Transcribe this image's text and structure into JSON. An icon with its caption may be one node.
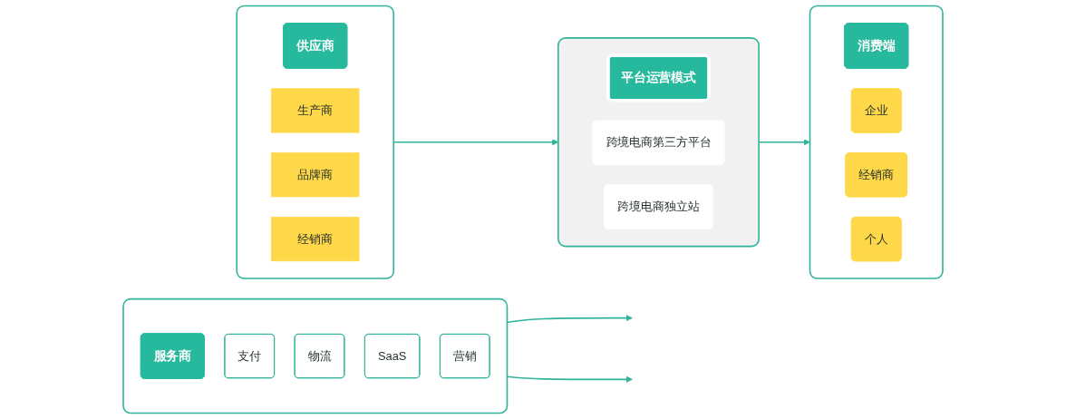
{
  "diagram": {
    "nodes": [
      {
        "text": [],
        "shape": "box"
      },
      {
        "text": [
          "供应商"
        ],
        "in": 0
      },
      {
        "text": [
          "生产商"
        ],
        "in": 0
      },
      {
        "text": [
          "品牌商"
        ],
        "in": 0
      },
      {
        "text": [
          "经销商"
        ],
        "in": 0
      },
      {
        "text": [],
        "shape": "box"
      },
      {
        "text": [
          "平台运营模式"
        ],
        "in": 5
      },
      {
        "text": [
          "跨境电商第三方平台"
        ],
        "in": 5
      },
      {
        "text": [
          "跨境电商独立站"
        ],
        "in": 5
      },
      {
        "text": [],
        "shape": "box"
      },
      {
        "text": [
          "服务商"
        ],
        "in": 9
      },
      {
        "text": [
          "支付"
        ],
        "in": 9
      },
      {
        "text": [
          "物流"
        ],
        "in": 9
      },
      {
        "text": [
          "SaaS"
        ],
        "in": 9
      },
      {
        "text": [
          "营销"
        ],
        "in": 9
      },
      {
        "text": [],
        "shape": "box"
      },
      {
        "text": [
          "消费端"
        ],
        "in": 15
      },
      {
        "text": [
          "企业"
        ],
        "in": 15
      },
      {
        "text": [
          "经销商"
        ],
        "in": 15
      },
      {
        "text": [
          "个人"
        ],
        "in": 15
      }
    ],
    "edges": [
      {
        "from": 0,
        "to": 5,
        "arrow": "to"
      },
      {
        "from": 5,
        "to": 15,
        "arrow": "to"
      },
      {
        "from": 9,
        "to": null,
        "arrow": "to"
      },
      {
        "from": 9,
        "to": null,
        "arrow": "to"
      }
    ]
  }
}
